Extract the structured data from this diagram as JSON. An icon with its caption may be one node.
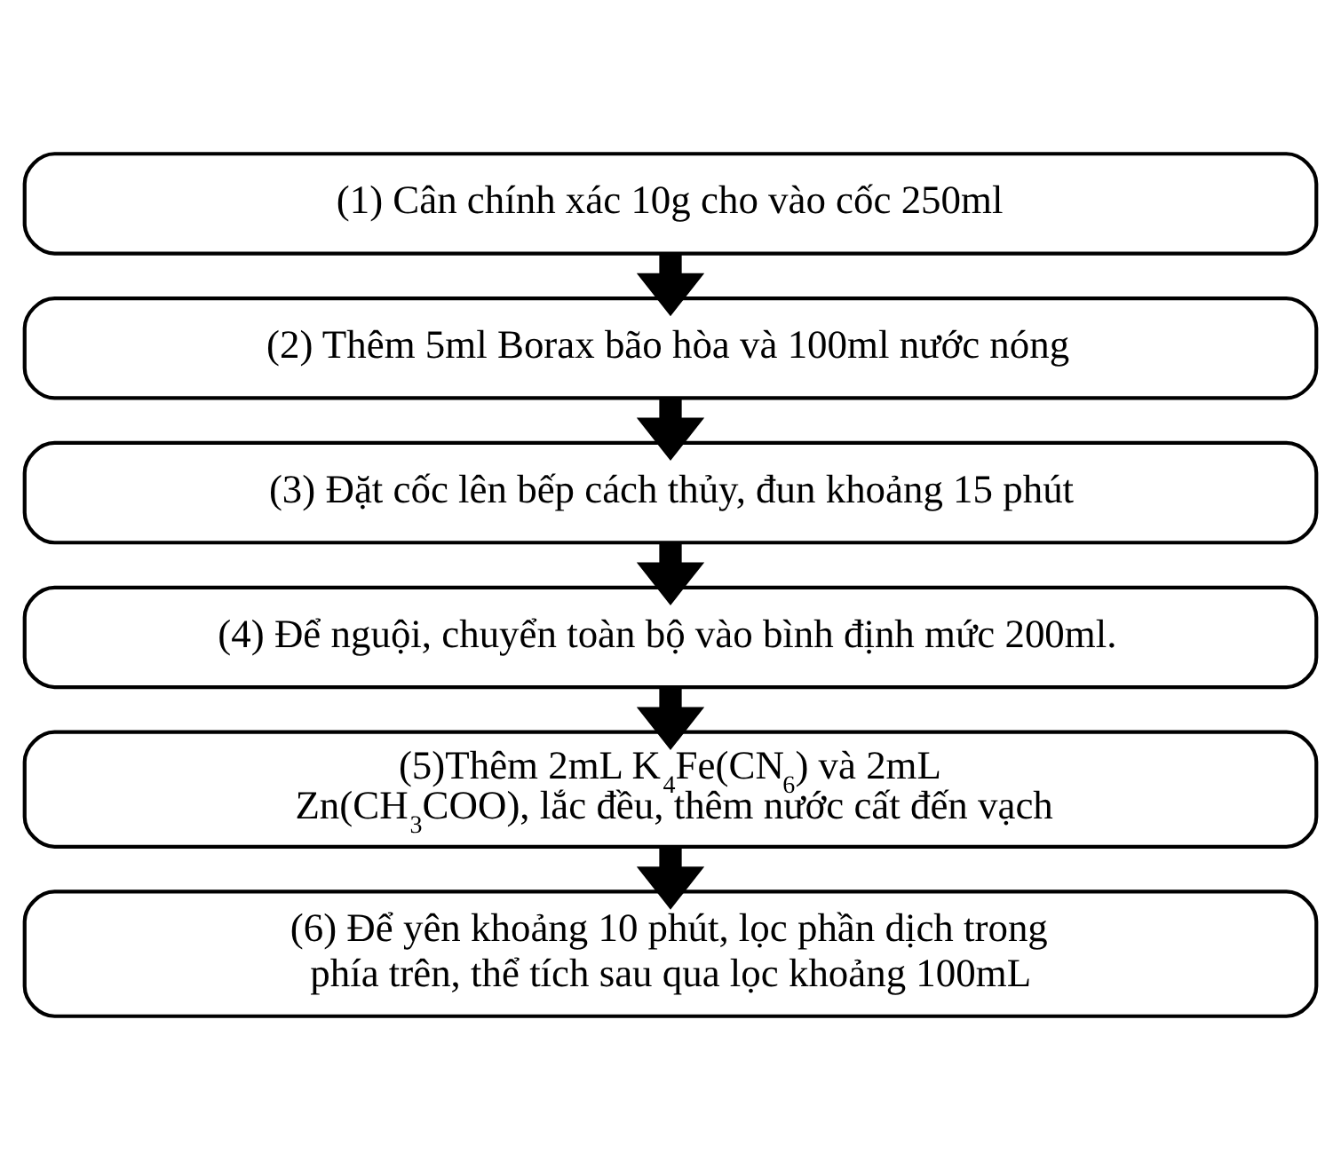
{
  "diagram": {
    "nodes": [
      {
        "text": [
          "(1) Cân chính xác 10g cho vào cốc 250ml"
        ]
      },
      {
        "text": [
          "(2) Thêm 5ml Borax bão hòa và 100ml nước nóng"
        ]
      },
      {
        "text": [
          "(3) Đặt cốc lên bếp cách thủy, đun khoảng 15 phút"
        ]
      },
      {
        "text": [
          "(4) Để nguội, chuyển toàn bộ vào bình định mức 200ml."
        ]
      },
      {
        "text": [
          "(5)Thêm 2mL K$_{4}$Fe(CN$_{6}$) và 2mL Zn(CH$_{3}$COO), lắc đều, thêm nước cất đến vạch"
        ]
      },
      {
        "text": [
          "(6) Để yên khoảng 10 phút, lọc phần dịch trong phía trên, thể tích sau qua lọc khoảng 100mL"
        ]
      }
    ],
    "edges": [
      {
        "from": 0,
        "to": 1,
        "arrow": "to"
      },
      {
        "from": 1,
        "to": 2,
        "arrow": "to"
      },
      {
        "from": 2,
        "to": 3,
        "arrow": "to"
      },
      {
        "from": 3,
        "to": 4,
        "arrow": "to"
      },
      {
        "from": 4,
        "to": 5,
        "arrow": "to"
      }
    ]
  }
}
